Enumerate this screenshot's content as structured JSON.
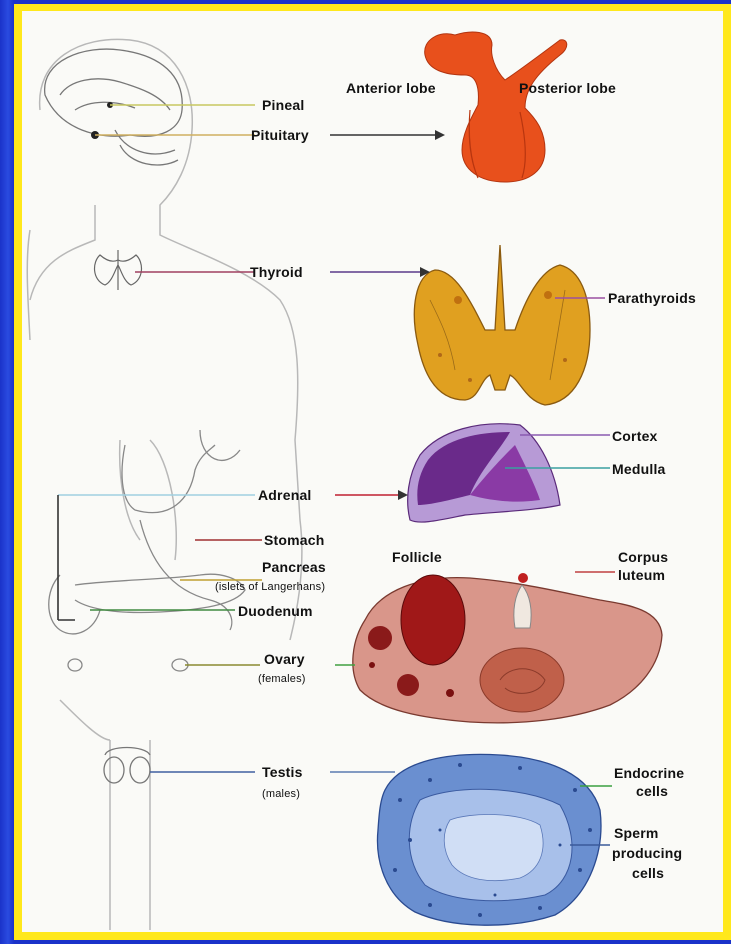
{
  "labels": {
    "pineal": "Pineal",
    "pituitary": "Pituitary",
    "anterior_lobe": "Anterior lobe",
    "posterior_lobe": "Posterior lobe",
    "thyroid": "Thyroid",
    "parathyroids": "Parathyroids",
    "cortex": "Cortex",
    "medulla": "Medulla",
    "adrenal": "Adrenal",
    "stomach": "Stomach",
    "pancreas": "Pancreas",
    "pancreas_sub": "(islets of Langerhans)",
    "duodenum": "Duodenum",
    "follicle": "Follicle",
    "corpus_luteum_1": "Corpus",
    "corpus_luteum_2": "luteum",
    "ovary": "Ovary",
    "ovary_sub": "(females)",
    "testis": "Testis",
    "testis_sub": "(males)",
    "endocrine_cells_1": "Endocrine",
    "endocrine_cells_2": "cells",
    "sperm_cells_1": "Sperm",
    "sperm_cells_2": "producing",
    "sperm_cells_3": "cells"
  },
  "colors": {
    "frame_blue": "#1e3bd6",
    "frame_yellow": "#ffe81c",
    "pituitary": "#e8501c",
    "thyroid": "#e0a020",
    "adrenal_outer": "#b79ad6",
    "adrenal_inner": "#6a2a8a",
    "ovary": "#d9968a",
    "follicle": "#a01818",
    "testis": "#6a8fd0"
  }
}
